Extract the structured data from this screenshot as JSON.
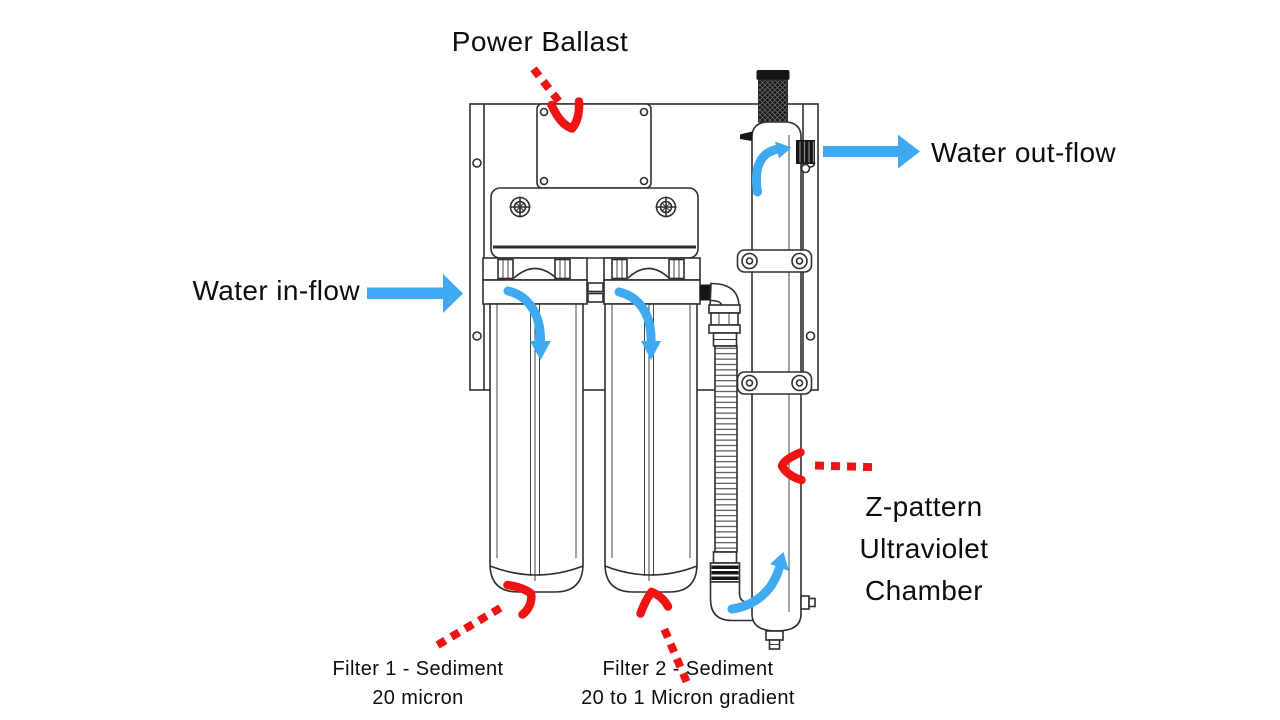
{
  "diagram": {
    "title": "Water filtration system diagram",
    "labels": {
      "power_ballast": "Power Ballast",
      "water_in": "Water in-flow",
      "water_out": "Water out-flow",
      "uv_line1": "Z-pattern",
      "uv_line2": "Ultraviolet",
      "uv_line3": "Chamber",
      "filter1_line1": "Filter 1 - Sediment",
      "filter1_line2": "20 micron",
      "filter2_line1": "Filter 2 - Sediment",
      "filter2_line2": "20 to 1 Micron gradient"
    },
    "colors": {
      "flow_arrow": "#3fa9f2",
      "pointer_arrow": "#ee1414",
      "line_art": "#2f2f2f",
      "background": "#ffffff",
      "text": "#0d0d0d"
    }
  }
}
